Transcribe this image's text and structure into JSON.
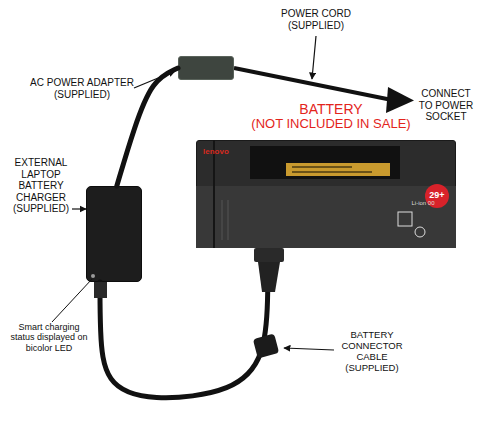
{
  "diagram": {
    "nodes": [
      {
        "text": [
          "AC POWER ADAPTER (SUPPLIED)"
        ]
      },
      {
        "text": [
          "BATTERY",
          "(NOT INCLUDED IN SALE)"
        ]
      },
      {
        "text": [
          "EXTERNAL LAPTOP BATTERY CHARGER (SUPPLIED)"
        ]
      }
    ],
    "edges": [
      {
        "from": 0,
        "to": 2,
        "arrow": "none"
      },
      {
        "from": 2,
        "to": 1,
        "arrow": "none"
      }
    ],
    "labels": [
      "POWER CORD (SUPPLIED)",
      "CONNECT TO POWER SOCKET",
      "Smart charging status displayed on bicolor LED",
      "BATTERY CONNECTOR CABLE (SUPPLIED)",
      "lenovo",
      "29+",
      "Li-ion 00"
    ]
  }
}
